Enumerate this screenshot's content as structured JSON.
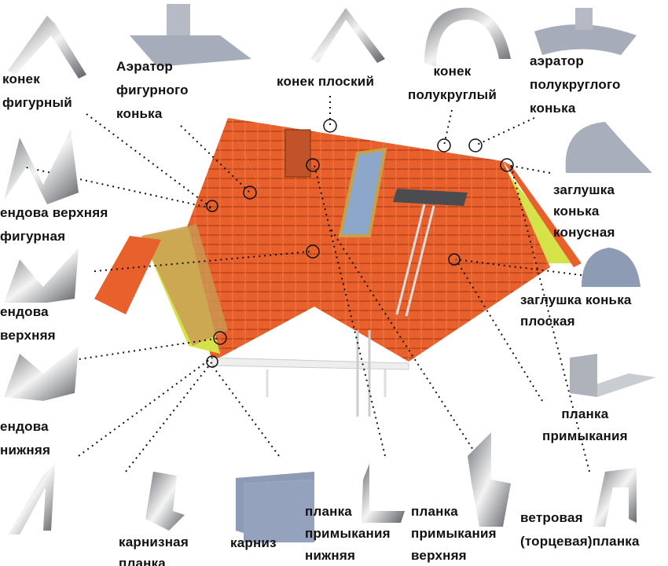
{
  "labels": {
    "konek_figurny": "конек\nфигурный",
    "aerator_figurnogo": "Аэратор\nфигурного\nконька",
    "konek_ploskiy": "конек плоский",
    "konek_polukrugly": "конек\nполукруглый",
    "aerator_polukruglogo": "аэратор\nполукруглого\nконька",
    "endova_verhnyaya_figurnaya": "ендова верхняя\nфигурная",
    "zaglushka_konusnaya": "заглушка\nконька\nконусная",
    "endova_verhnyaya": "ендова\nверхняя",
    "zaglushka_ploskaya": "заглушка конька\nплоская",
    "endova_nizhnyaya": "ендова\nнижняя",
    "planka_primykaniya": "планка\nпримыкания",
    "karniznaya_planka": "карнизная\nпланка",
    "karniz": "карниз",
    "planka_primykaniya_nizhnyaya": "планка\nпримыкания\nнижняя",
    "planka_primykaniya_verhnyaya": "планка\nпримыкания\nверхняя",
    "vetrovaya_planka": "ветровая\n(торцевая)планка"
  },
  "colors": {
    "roof": "#e8602c",
    "gable": "#d6e24a",
    "metal": "#9aa0aa",
    "plate": "#8e9bb5"
  }
}
